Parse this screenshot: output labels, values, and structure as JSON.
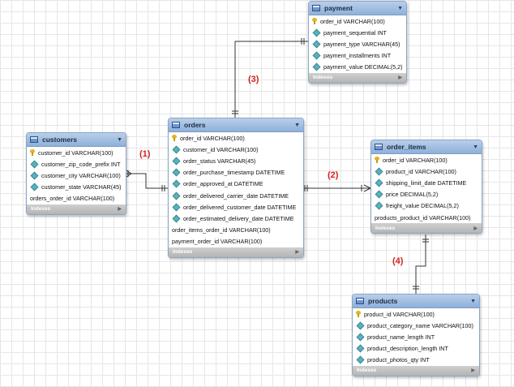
{
  "tables": [
    {
      "key": "payment",
      "name": "payment",
      "arrow": "▼",
      "indexes": "Indexes",
      "columns": [
        {
          "icon": "key",
          "text": "order_id VARCHAR(100)"
        },
        {
          "icon": "diamond",
          "text": "payment_sequential INT"
        },
        {
          "icon": "diamond",
          "text": "payment_type VARCHAR(45)"
        },
        {
          "icon": "diamond",
          "text": "payment_installments INT"
        },
        {
          "icon": "diamond",
          "text": "payment_value DECIMAL(5,2)"
        }
      ]
    },
    {
      "key": "customers",
      "name": "customers",
      "arrow": "▼",
      "indexes": "Indexes",
      "columns": [
        {
          "icon": "key",
          "text": "customer_id VARCHAR(100)"
        },
        {
          "icon": "diamond",
          "text": "customer_zip_code_prefix INT"
        },
        {
          "icon": "diamond",
          "text": "customer_city VARCHAR(100)"
        },
        {
          "icon": "diamond",
          "text": "customer_state VARCHAR(45)"
        },
        {
          "icon": "none",
          "text": "orders_order_id VARCHAR(100)"
        }
      ]
    },
    {
      "key": "orders",
      "name": "orders",
      "arrow": "▼",
      "indexes": "Indexes",
      "columns": [
        {
          "icon": "key",
          "text": "order_id VARCHAR(100)"
        },
        {
          "icon": "diamond",
          "text": "customer_id VARCHAR(100)"
        },
        {
          "icon": "diamond",
          "text": "order_status VARCHAR(45)"
        },
        {
          "icon": "diamond",
          "text": "order_purchase_timestamp DATETIME"
        },
        {
          "icon": "diamond",
          "text": "order_approved_at DATETIME"
        },
        {
          "icon": "diamond",
          "text": "order_delivered_carrier_date DATETIME"
        },
        {
          "icon": "diamond",
          "text": "order_delivered_customer_date DATETIME"
        },
        {
          "icon": "diamond",
          "text": "order_estimated_delivery_date DATETIME"
        },
        {
          "icon": "none",
          "text": "order_items_order_id VARCHAR(100)"
        },
        {
          "icon": "none",
          "text": "payment_order_id VARCHAR(100)"
        }
      ]
    },
    {
      "key": "order_items",
      "name": "order_items",
      "arrow": "▼",
      "indexes": "Indexes",
      "columns": [
        {
          "icon": "key",
          "text": "order_id VARCHAR(100)"
        },
        {
          "icon": "diamond",
          "text": "product_id VARCHAR(100)"
        },
        {
          "icon": "diamond",
          "text": "shipping_limit_date DATETIME"
        },
        {
          "icon": "diamond",
          "text": "price DECIMAL(5,2)"
        },
        {
          "icon": "diamond",
          "text": "freight_value DECIMAL(5,2)"
        },
        {
          "icon": "none",
          "text": "products_product_id VARCHAR(100)"
        }
      ]
    },
    {
      "key": "products",
      "name": "products",
      "arrow": "▼",
      "indexes": "Indexes",
      "columns": [
        {
          "icon": "key",
          "text": "product_id VARCHAR(100)"
        },
        {
          "icon": "diamond",
          "text": "product_category_name VARCHAR(100)"
        },
        {
          "icon": "diamond",
          "text": "product_name_length INT"
        },
        {
          "icon": "diamond",
          "text": "product_description_length INT"
        },
        {
          "icon": "diamond",
          "text": "product_photos_qty INT"
        }
      ]
    }
  ],
  "relationships": [
    {
      "label": "(1)",
      "from": "customers",
      "to": "orders"
    },
    {
      "label": "(2)",
      "from": "orders",
      "to": "order_items"
    },
    {
      "label": "(3)",
      "from": "orders",
      "to": "payment"
    },
    {
      "label": "(4)",
      "from": "order_items",
      "to": "products"
    }
  ],
  "colors": {
    "label": "#d32222",
    "header": "#8eb0da",
    "line": "#333333"
  }
}
